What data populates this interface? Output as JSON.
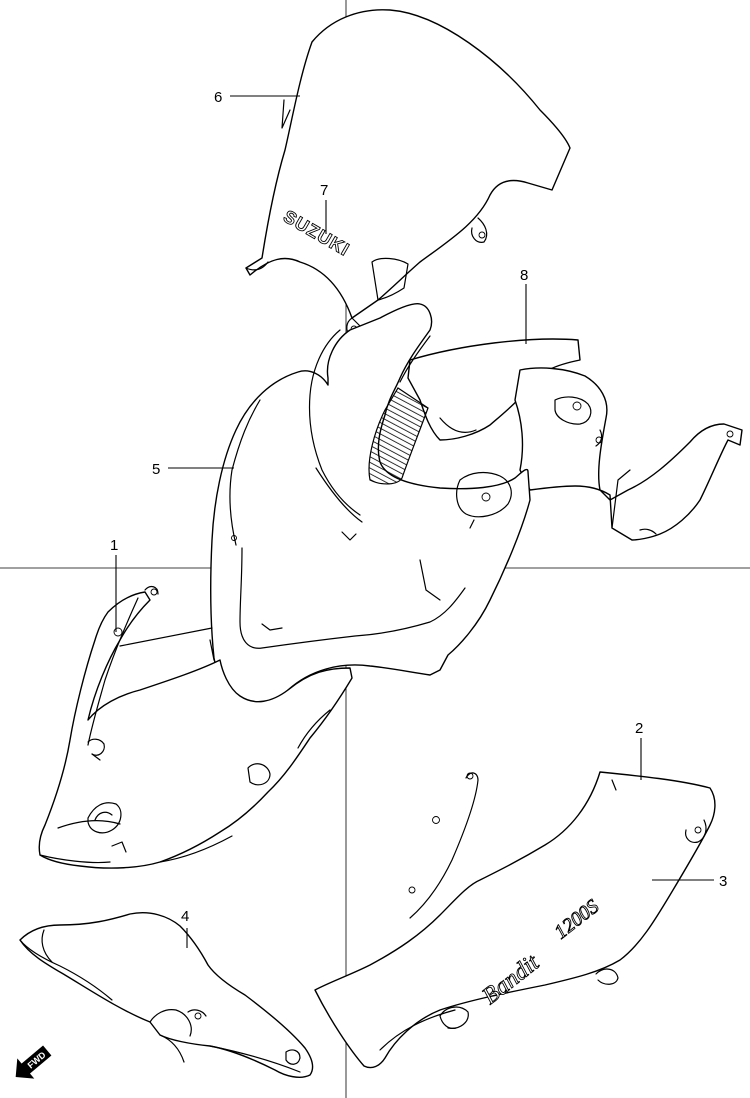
{
  "callouts": [
    {
      "id": "1",
      "label": "1"
    },
    {
      "id": "2",
      "label": "2"
    },
    {
      "id": "3",
      "label": "3"
    },
    {
      "id": "4",
      "label": "4"
    },
    {
      "id": "5",
      "label": "5"
    },
    {
      "id": "6",
      "label": "6"
    },
    {
      "id": "7",
      "label": "7"
    },
    {
      "id": "8",
      "label": "8"
    }
  ],
  "logos": {
    "windscreen_brand": "SUZUKI",
    "side_script_word": "Bandit",
    "side_script_model": "1200S"
  },
  "direction_badge": "FWD",
  "icons": [
    "forward-arrow-icon"
  ]
}
